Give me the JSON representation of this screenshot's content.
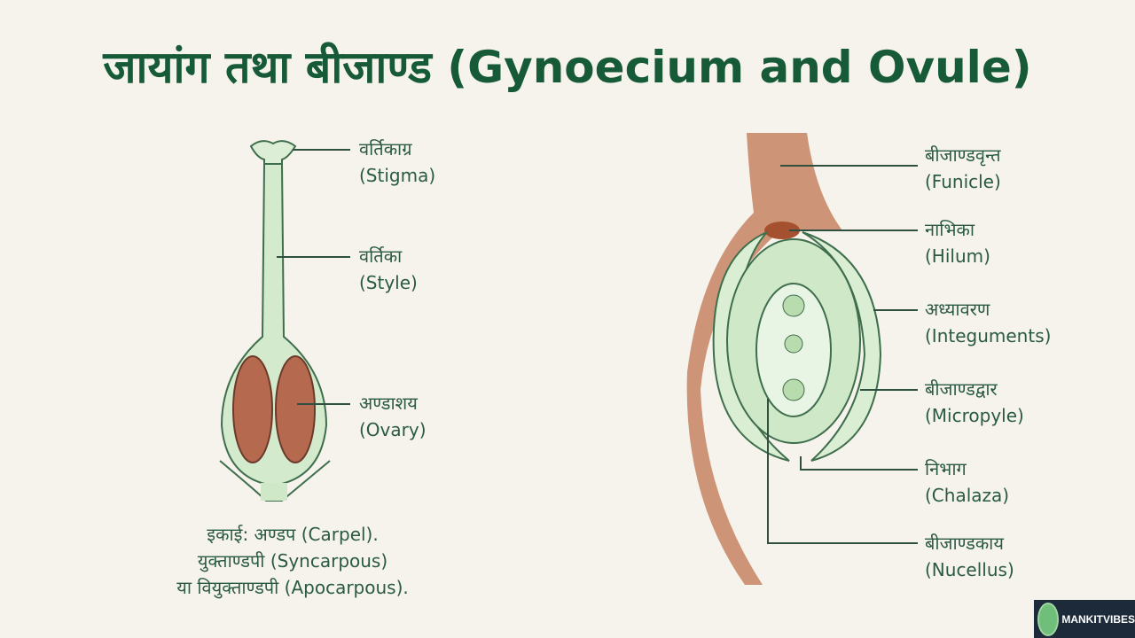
{
  "title": "जायांग तथा बीजाण्ड (Gynoecium and Ovule)",
  "pistil_labels": [
    {
      "hi": "वर्तिकाग्र",
      "en": "(Stigma)"
    },
    {
      "hi": "वर्तिका",
      "en": "(Style)"
    },
    {
      "hi": "अण्डाशय",
      "en": "(Ovary)"
    }
  ],
  "caption": [
    "इकाई: अण्डप (Carpel).",
    "युक्ताण्डपी (Syncarpous)",
    "या वियुक्ताण्डपी (Apocarpous)."
  ],
  "ovule_labels": [
    {
      "hi": "बीजाण्डवृन्त",
      "en": "(Funicle)"
    },
    {
      "hi": "नाभिका",
      "en": "(Hilum)"
    },
    {
      "hi": "अध्यावरण",
      "en": "(Integuments)"
    },
    {
      "hi": "बीजाण्डद्वार",
      "en": "(Micropyle)"
    },
    {
      "hi": "निभाग",
      "en": "(Chalaza)"
    },
    {
      "hi": "बीजाण्डकाय",
      "en": "(Nucellus)"
    }
  ],
  "logo": {
    "name": "MANKITVIBES"
  },
  "colors": {
    "title": "#165a38",
    "tissue_green": "#cfe8c8",
    "ovary_brown": "#b56a50",
    "funicle": "#c98a6a"
  }
}
